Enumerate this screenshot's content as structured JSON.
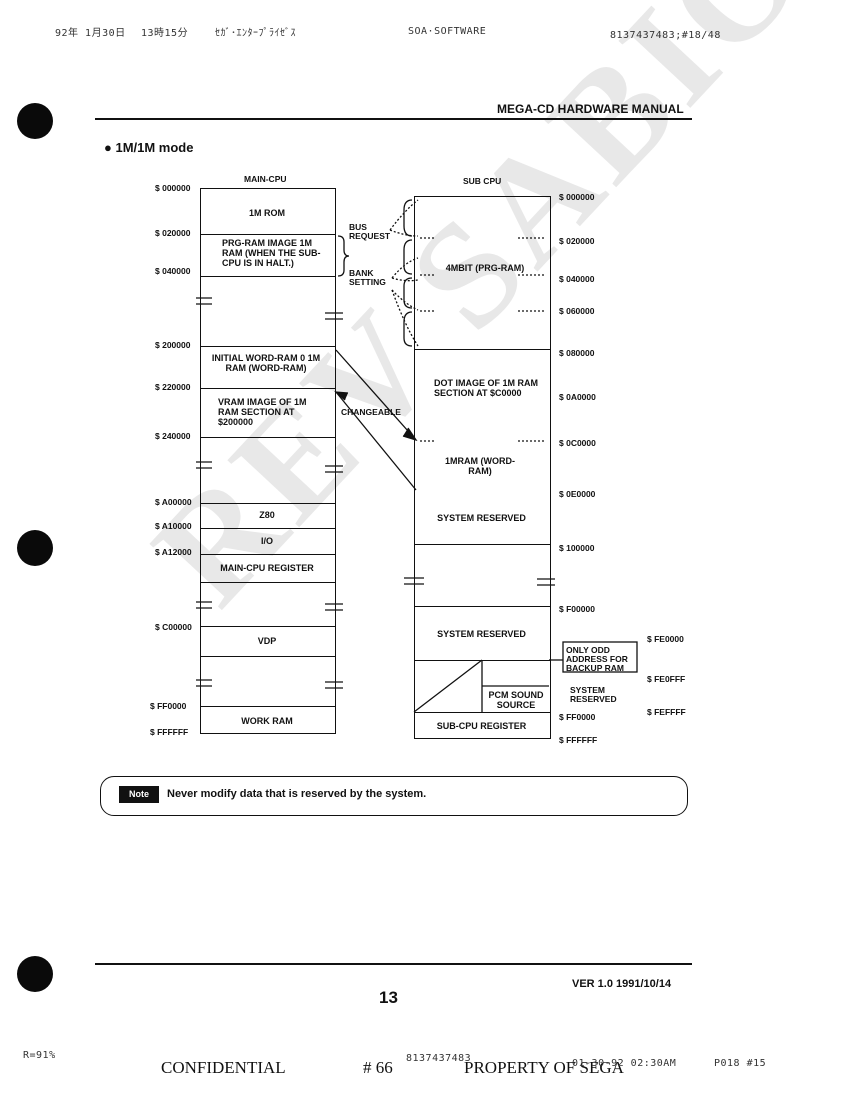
{
  "fax_header": {
    "date": "92年 1月30日",
    "time": "13時15分",
    "sender": "ｾｶﾞ･ｴﾝﾀｰﾌﾟﾗｲｾﾞｽ",
    "company": "SOA·SOFTWARE",
    "page_info": "8137437483;#18/48"
  },
  "manual_title": "MEGA-CD HARDWARE MANUAL",
  "section_title": "● 1M/1M mode",
  "main_cpu": {
    "heading": "MAIN-CPU",
    "addresses": [
      "$ 000000",
      "$ 020000",
      "$ 040000",
      "$ 200000",
      "$ 220000",
      "$ 240000",
      "$ A00000",
      "$ A10000",
      "$ A12000",
      "$ C00000",
      "$ FF0000",
      "$ FFFFFF"
    ],
    "cells": {
      "rom": "1M ROM",
      "prg_image": "PRG-RAM IMAGE 1M RAM (When the SUB-CPU is in HALT.)",
      "initial_word": "INITIAL WORD-RAM 0 1M RAM (WORD-RAM)",
      "vram_image": "VRAM IMAGE of 1M RAM SECTION AT $200000",
      "z80": "Z80",
      "io": "I/O",
      "main_reg": "MAIN-CPU REGISTER",
      "vdp": "VDP",
      "work_ram": "WORK RAM"
    }
  },
  "sub_cpu": {
    "heading": "SUB CPU",
    "addresses": [
      "$ 000000",
      "$ 020000",
      "$ 040000",
      "$ 060000",
      "$ 080000",
      "$ 0A0000",
      "$ 0C0000",
      "$ 0E0000",
      "$ 100000",
      "$ F00000",
      "$ FE0000",
      "$ FE0FFF",
      "$ FEFFFF",
      "$ FF0000",
      "$ FFFFFF"
    ],
    "cells": {
      "prg_ram": "4Mbit (PRG-RAM)",
      "dot_image": "DOT IMAGE of 1M RAM SECTION AT $C0000",
      "word_ram": "1MRAM (WORD-RAM)",
      "sys_reserved_1": "SYSTEM RESERVED",
      "sys_reserved_2": "SYSTEM RESERVED",
      "pcm": "PCM SOUND SOURCE",
      "sub_reg": "SUB-CPU REGISTER"
    },
    "side_notes": {
      "backup": "ONLY ODD ADDRESS FOR BACKUP RAM",
      "sys_reserved": "SYSTEM RESERVED"
    }
  },
  "arrows": {
    "bus_request": "BUS REQUEST",
    "bank_setting": "BANK SETTING",
    "changeable": "CHANGEABLE"
  },
  "note": {
    "tag": "Note",
    "text": "Never modify data that is reserved by the system."
  },
  "footer": {
    "version": "VER 1.0 1991/10/14",
    "page_number": "13"
  },
  "bottom_stamp": {
    "ratio": "R=91%",
    "confidential": "CONFIDENTIAL",
    "number": "# 66",
    "property": "PROPERTY OF SEGA",
    "fax_number": "8137437483",
    "fax_time": "01-30-92 02:30AM",
    "fax_page": "P018 #15"
  },
  "watermark": "REV SABIO"
}
